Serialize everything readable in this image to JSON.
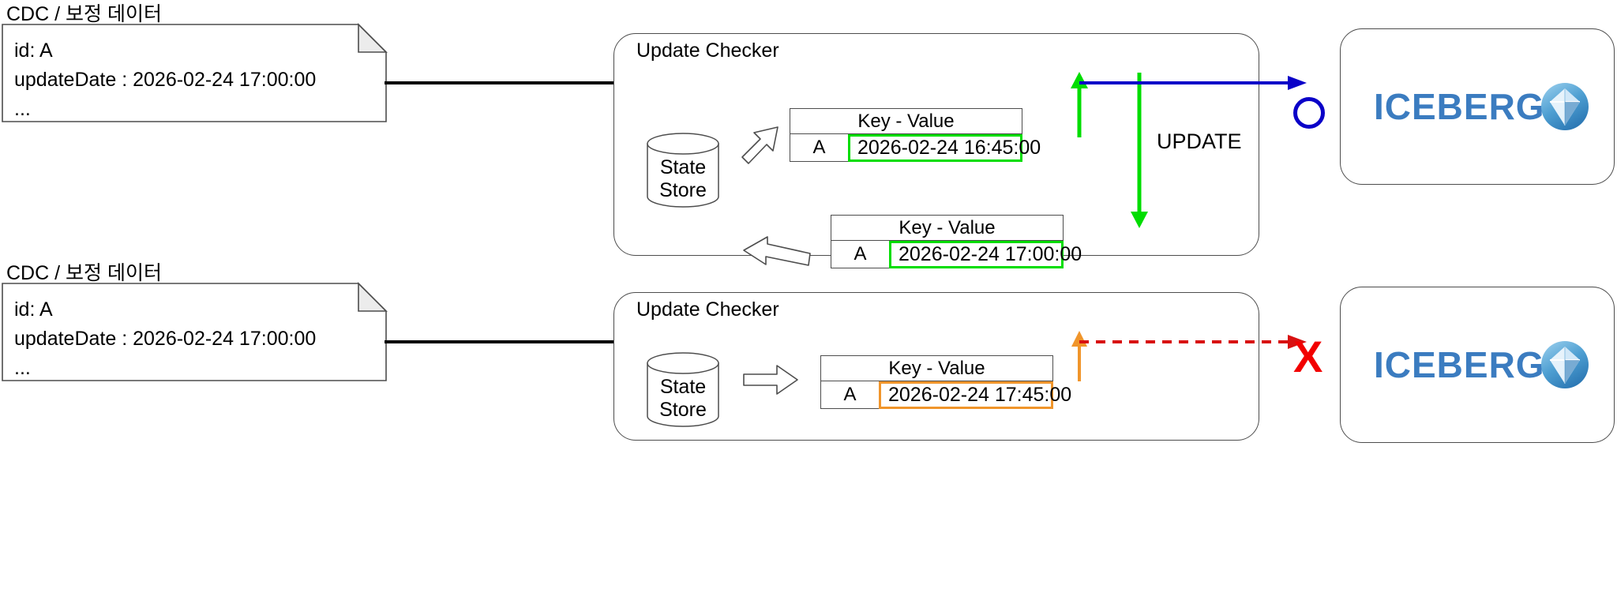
{
  "colors": {
    "black": "#000000",
    "outline": "#4d4d4d",
    "green": "#00dd00",
    "orange": "#f0952b",
    "blue": "#0a00c8",
    "red": "#f20000",
    "iceberg_blue": "#3b7cc0"
  },
  "rows": [
    {
      "caption": "CDC / 보정 데이터",
      "document": {
        "lines": [
          "id: A",
          "updateDate : 2026-02-24 17:00:00",
          "..."
        ]
      },
      "checker": {
        "title": "Update Checker",
        "state_store": {
          "line1": "State",
          "line2": "Store"
        },
        "tables": [
          {
            "header": "Key - Value",
            "key": "A",
            "value": "2026-02-24 16:45:00",
            "highlight": "green"
          },
          {
            "header": "Key - Value",
            "key": "A",
            "value": "2026-02-24 17:00:00",
            "highlight": "green"
          }
        ],
        "update_label": "UPDATE"
      },
      "sink": {
        "logo_text": "ICEBERG",
        "logo_icon": "iceberg-diamond-icon"
      },
      "status": {
        "glyph": "circle",
        "name": "status-ok-circle"
      }
    },
    {
      "caption": "CDC / 보정 데이터",
      "document": {
        "lines": [
          "id: A",
          "updateDate : 2026-02-24 17:00:00",
          "..."
        ]
      },
      "checker": {
        "title": "Update Checker",
        "state_store": {
          "line1": "State",
          "line2": "Store"
        },
        "tables": [
          {
            "header": "Key - Value",
            "key": "A",
            "value": "2026-02-24 17:45:00",
            "highlight": "orange"
          }
        ],
        "update_label": ""
      },
      "sink": {
        "logo_text": "ICEBERG",
        "logo_icon": "iceberg-diamond-icon"
      },
      "status": {
        "glyph": "x",
        "name": "status-fail-x",
        "label": "X"
      }
    }
  ]
}
